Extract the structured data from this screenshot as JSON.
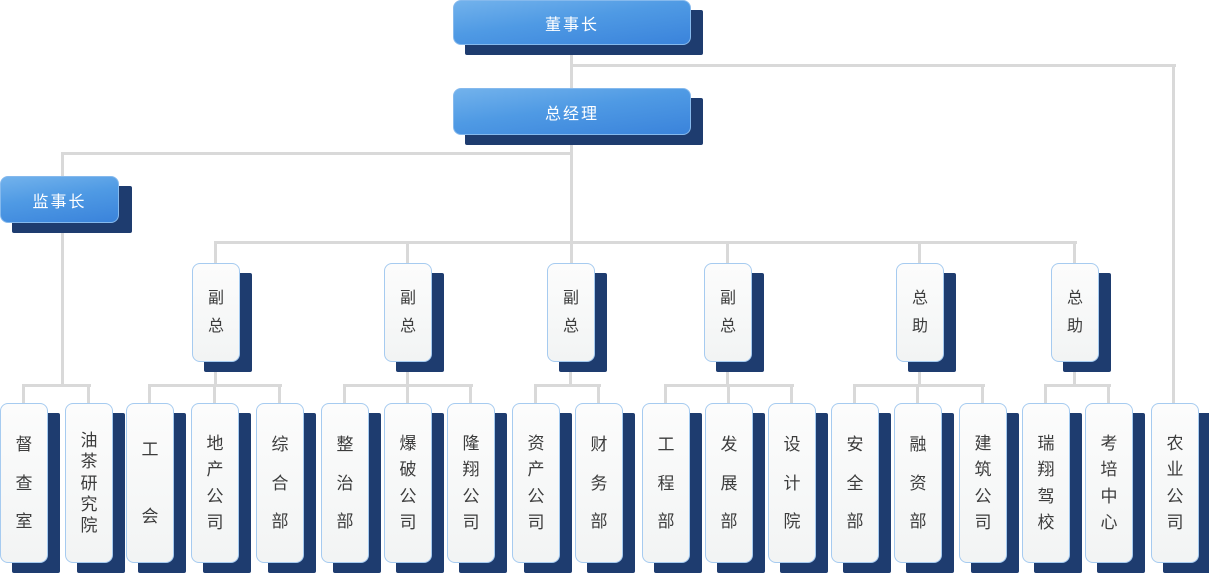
{
  "org": {
    "chairman": {
      "label": "董事长"
    },
    "general_manager": {
      "label": "总经理"
    },
    "supervisor": {
      "label": "监事长",
      "children": [
        "督查室",
        "油茶研究院"
      ]
    },
    "mid_nodes": [
      {
        "label": "副总",
        "children": [
          "工会",
          "地产公司",
          "综合部"
        ]
      },
      {
        "label": "副总",
        "children": [
          "整治部",
          "爆破公司",
          "隆翔公司"
        ]
      },
      {
        "label": "副总",
        "children": [
          "资产公司",
          "财务部"
        ]
      },
      {
        "label": "副总",
        "children": [
          "工程部",
          "发展部",
          "设计院"
        ]
      },
      {
        "label": "总助",
        "children": [
          "安全部",
          "融资部",
          "建筑公司"
        ]
      },
      {
        "label": "总助",
        "children": [
          "瑞翔驾校",
          "考培中心"
        ]
      }
    ],
    "chairman_direct_children": [
      "农业公司"
    ]
  },
  "palette": {
    "node_gradient_top": "#72B2EC",
    "node_gradient_bottom": "#3A83DB",
    "node_shadow": "#1E3C6F",
    "connector": "#D9D9D9",
    "card_fill": "#F7F8F8",
    "card_border": "#A6CBF0",
    "card_text": "#3C3C3C",
    "blue_node_text": "#FFFFFF"
  }
}
